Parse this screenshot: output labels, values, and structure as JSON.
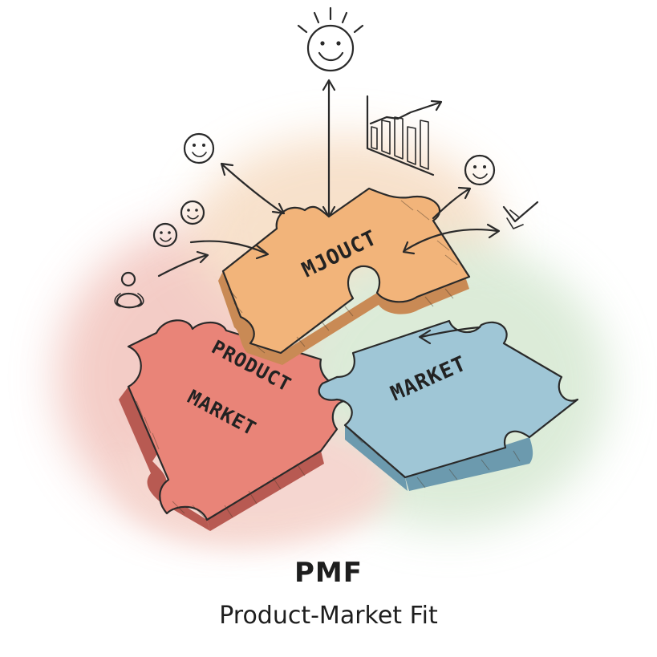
{
  "pieces": {
    "top": {
      "label": "MJOUCT"
    },
    "left": {
      "label_line1": "PRODUCT",
      "label_line2": "MARKET"
    },
    "right": {
      "label": "MARKET"
    }
  },
  "caption": {
    "title": "PMF",
    "subtitle": "Product-Market Fit"
  },
  "colors": {
    "top_piece": "#f2b47a",
    "top_piece_side": "#c98a55",
    "left_piece": "#e98478",
    "left_piece_side": "#b85a52",
    "right_piece": "#9fc6d6",
    "right_piece_side": "#6c9aae",
    "wash_red": "#f2c4bd",
    "wash_green": "#d6e8d2",
    "wash_orange": "#f6dcc2"
  },
  "icons": [
    "smiley-sun-icon",
    "smiley-icon",
    "chart-up-icon",
    "checkmark-icon",
    "person-icon"
  ]
}
